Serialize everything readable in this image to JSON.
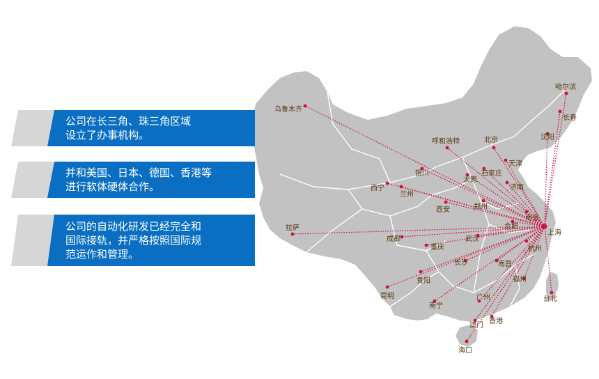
{
  "banners": [
    {
      "lines": [
        "公司在长三角、珠三角区域",
        "设立了办事机构。"
      ]
    },
    {
      "lines": [
        "并和美国、日本、德国、香港等",
        "进行软体硬体合作。"
      ]
    },
    {
      "lines": [
        "公司的自动化研发已经完全和",
        "国际接轨，并严格按照国际规",
        "范运作和管理。"
      ]
    }
  ],
  "map": {
    "land_color": "#c2c2c2",
    "border_color": "#ffffff",
    "route_color": "#d01040",
    "banner_color": "#0a6fc2",
    "banner_shadow_color": "#d6d6d6",
    "hub": "上海",
    "cities": [
      {
        "name": "乌鲁木齐"
      },
      {
        "name": "哈尔滨"
      },
      {
        "name": "长春"
      },
      {
        "name": "沈阳"
      },
      {
        "name": "呼和浩特"
      },
      {
        "name": "北京"
      },
      {
        "name": "天津"
      },
      {
        "name": "银川"
      },
      {
        "name": "石家庄"
      },
      {
        "name": "太原"
      },
      {
        "name": "济南"
      },
      {
        "name": "西宁"
      },
      {
        "name": "兰州"
      },
      {
        "name": "郑州"
      },
      {
        "name": "西安"
      },
      {
        "name": "南京"
      },
      {
        "name": "合肥"
      },
      {
        "name": "上海"
      },
      {
        "name": "拉萨"
      },
      {
        "name": "成都"
      },
      {
        "name": "武汉"
      },
      {
        "name": "杭州"
      },
      {
        "name": "重庆"
      },
      {
        "name": "长沙"
      },
      {
        "name": "南昌"
      },
      {
        "name": "贵阳"
      },
      {
        "name": "福州"
      },
      {
        "name": "台北"
      },
      {
        "name": "昆明"
      },
      {
        "name": "南宁"
      },
      {
        "name": "广州"
      },
      {
        "name": "香港"
      },
      {
        "name": "澳门"
      },
      {
        "name": "海口"
      }
    ]
  }
}
